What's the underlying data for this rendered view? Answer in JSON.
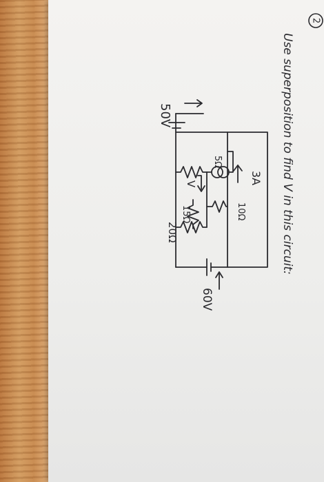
{
  "problem_number": "2",
  "instruction": "Use superposition to find V in this circuit:",
  "labels": {
    "source_left": "50V",
    "source_right": "60V",
    "current_source": "3A",
    "r_5": "5Ω",
    "r_10": "10Ω",
    "r_15": "15Ω",
    "r_20": "20Ω",
    "voltage": "V"
  }
}
